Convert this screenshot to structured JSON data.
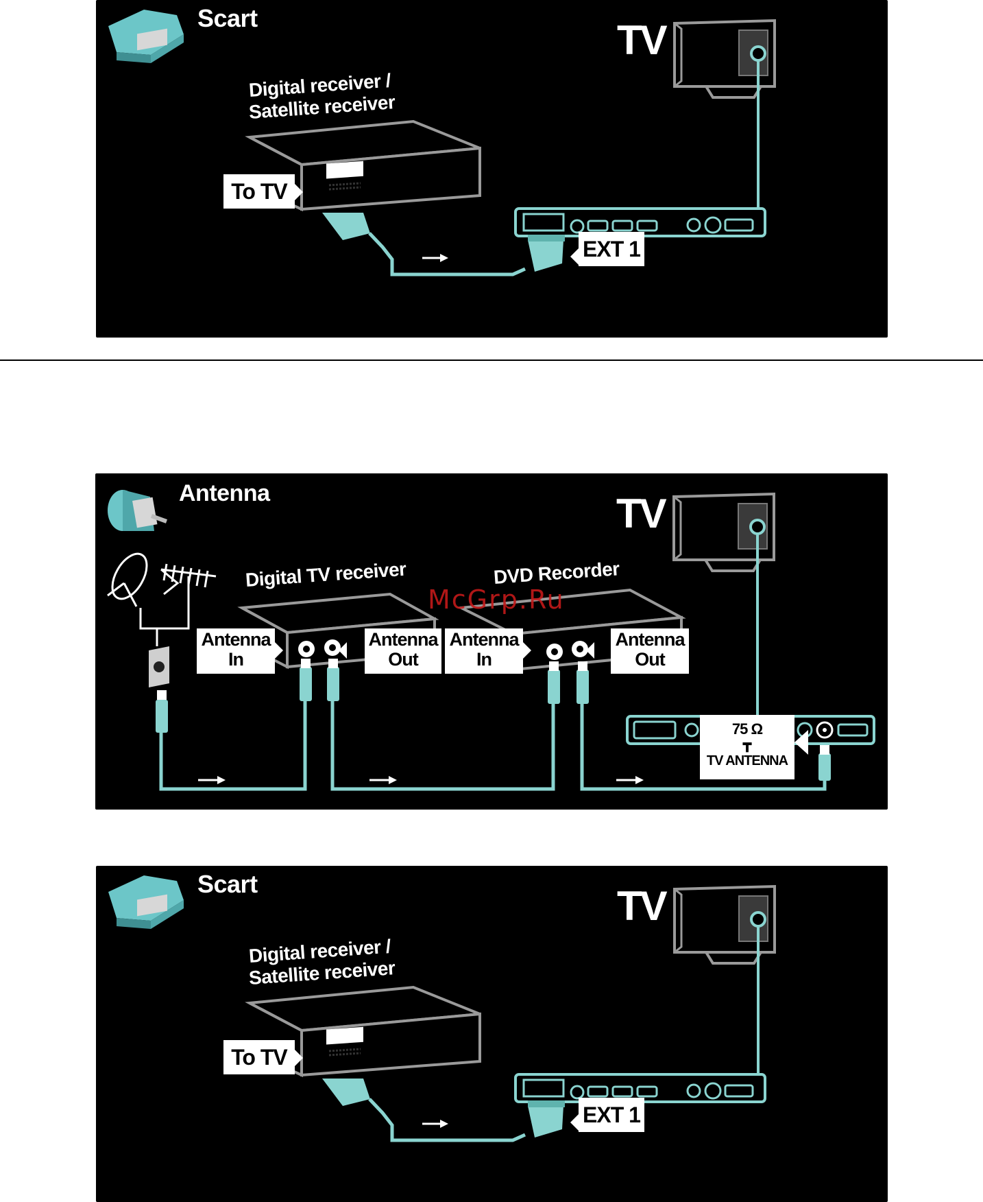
{
  "panels": [
    {
      "title": "Scart",
      "tv_label": "TV",
      "receiver_label_line1": "Digital receiver /",
      "receiver_label_line2": "Satellite receiver",
      "to_tv_label": "To TV",
      "ext_label": "EXT 1"
    },
    {
      "title": "Antenna",
      "tv_label": "TV",
      "digital_tv_receiver_label": "Digital TV receiver",
      "dvd_recorder_label": "DVD Recorder",
      "antenna_in_line1": "Antenna",
      "antenna_in_line2": "In",
      "antenna_out_line1": "Antenna",
      "antenna_out_line2": "Out",
      "ohm_label": "75 Ω",
      "tv_antenna_label": "TV ANTENNA"
    },
    {
      "title": "Scart",
      "tv_label": "TV",
      "receiver_label_line1": "Digital receiver /",
      "receiver_label_line2": "Satellite receiver",
      "to_tv_label": "To TV",
      "ext_label": "EXT 1"
    }
  ],
  "watermark": "McGrp.Ru",
  "colors": {
    "background": "#000000",
    "device_outline": "#9a9a9a",
    "cable": "#8ad4d0",
    "cable_dark": "#5fb3ae",
    "label_box": "#ffffff",
    "watermark": "#c41a1a"
  },
  "icons": [
    "scart-connector-icon",
    "antenna-connector-icon",
    "tv-icon",
    "satellite-dish-icon",
    "antenna-icon",
    "wall-socket-icon"
  ]
}
